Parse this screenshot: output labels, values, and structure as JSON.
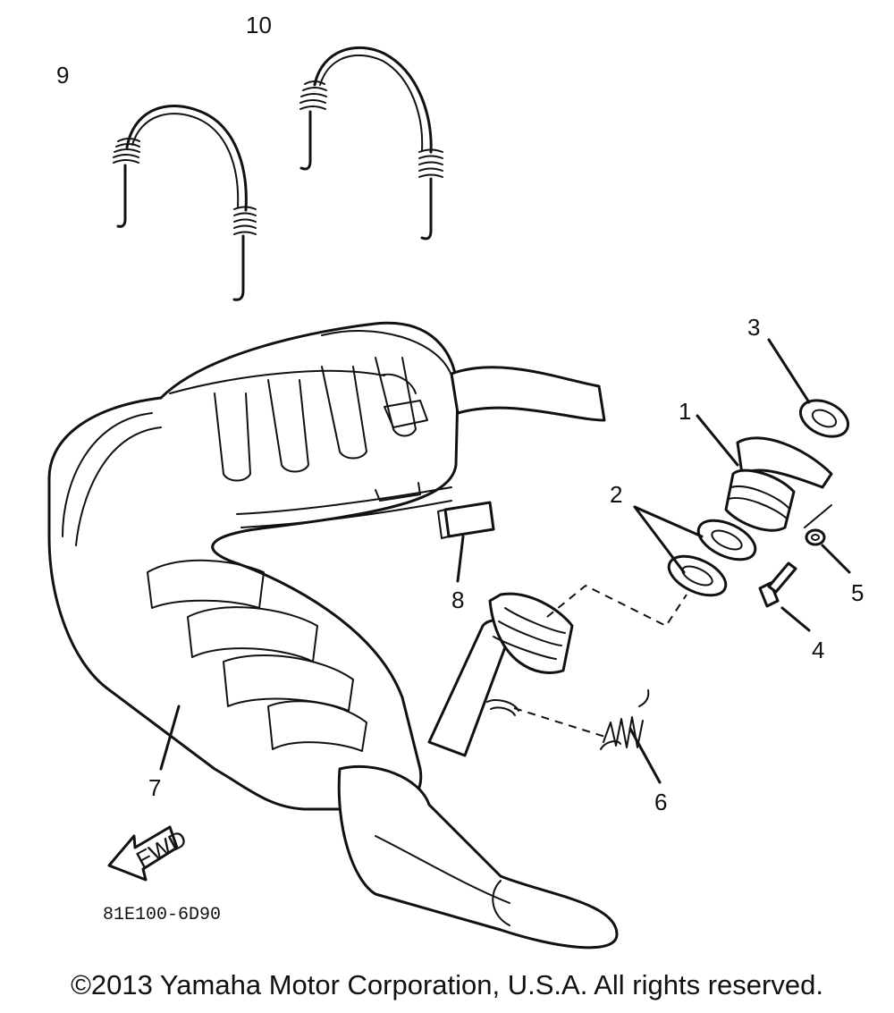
{
  "callouts": [
    "1",
    "2",
    "3",
    "4",
    "5",
    "6",
    "7",
    "8",
    "9",
    "10"
  ],
  "fwd_label": "FWD",
  "figure_code": "81E100-6D90",
  "copyright": "©2013 Yamaha Motor Corporation, U.S.A. All rights reserved."
}
